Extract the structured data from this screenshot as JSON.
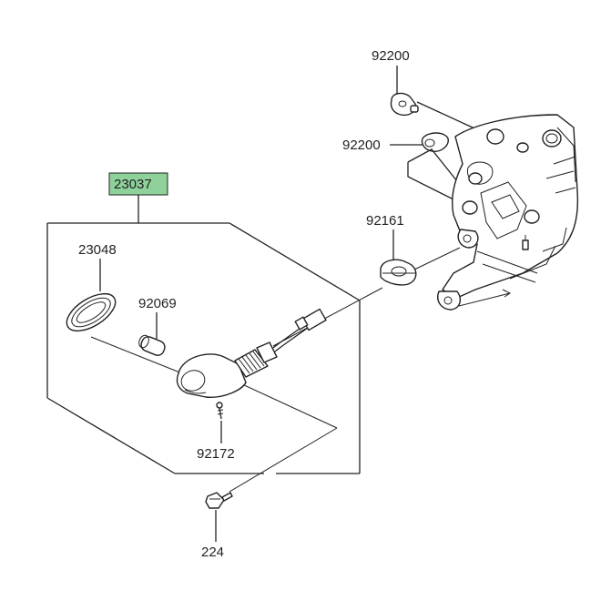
{
  "highlight_color": "#8ed19a",
  "labels": {
    "assembly": "23037",
    "lens_ring": "23048",
    "bulb": "92069",
    "screw_small": "92172",
    "bolt": "224",
    "grommet": "92161",
    "damper_top": "92200",
    "damper_mid": "92200"
  },
  "icons": {
    "turn_signal": "turn-signal-icon",
    "bracket": "bracket-icon"
  }
}
